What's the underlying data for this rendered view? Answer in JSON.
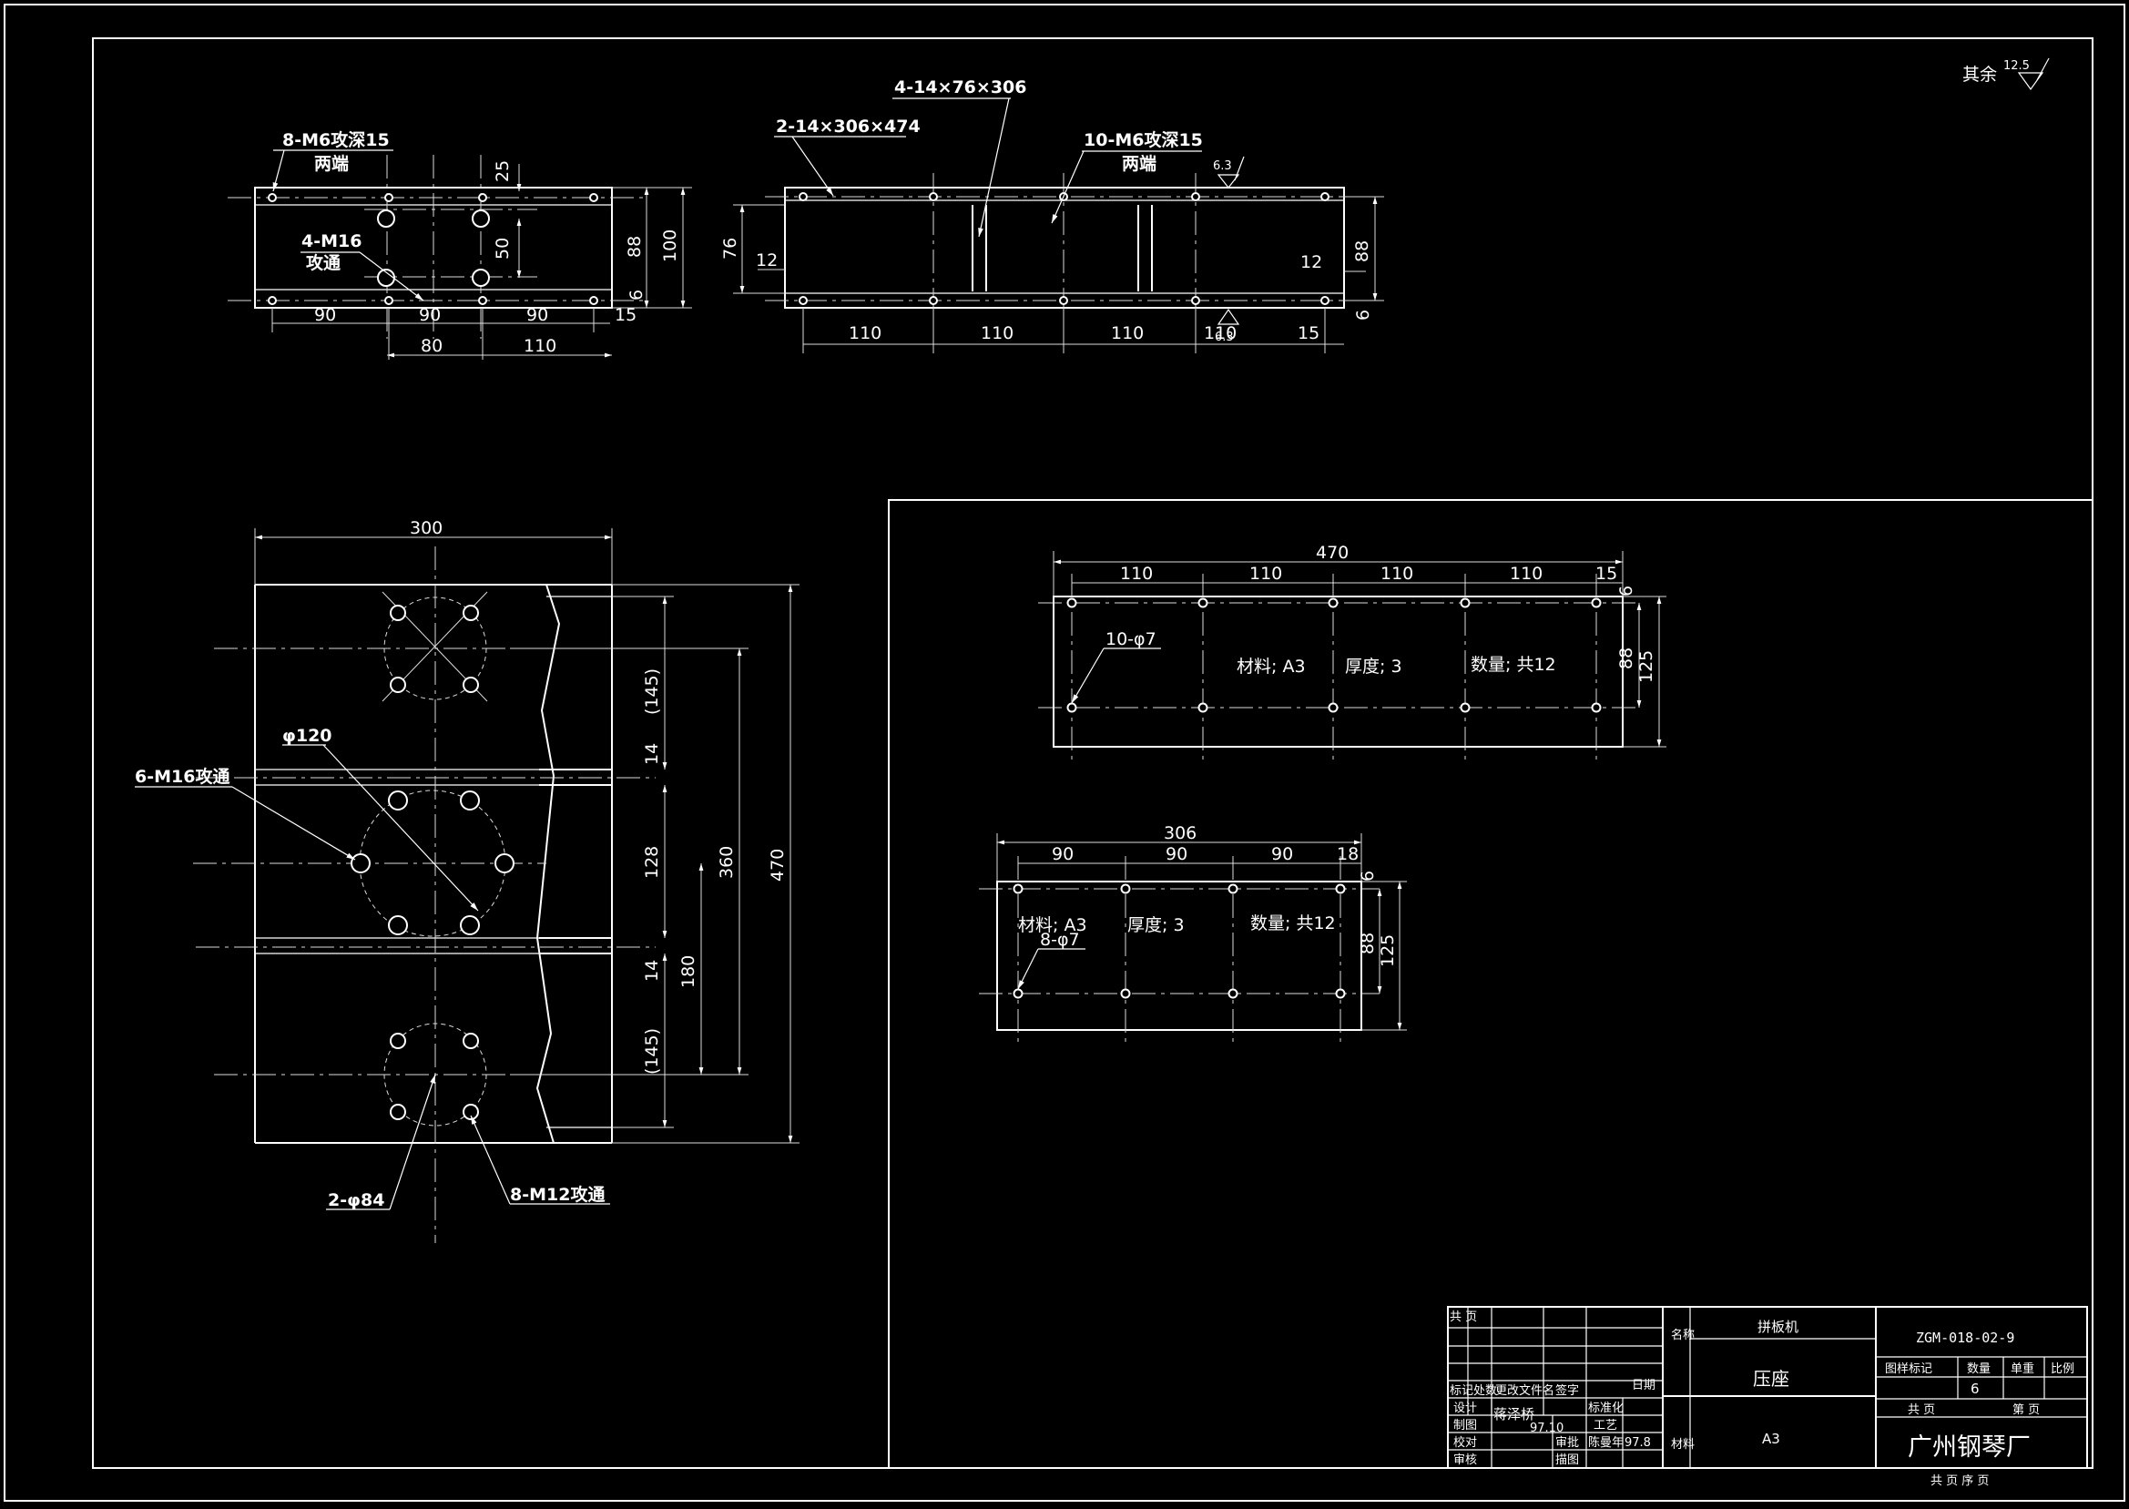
{
  "roughness": {
    "general_prefix": "其余",
    "general_value": "12.5",
    "top_face": "6.3",
    "bottom_face": "6.3"
  },
  "view_top_left": {
    "note_holes": "8-M6攻深15",
    "note_holes_sub": "两端",
    "note_tapped": "4-M16",
    "note_tapped_sub": "攻通",
    "dims": {
      "d25": "25",
      "d50": "50",
      "d88": "88",
      "d100": "100",
      "d6": "6",
      "b90a": "90",
      "b90b": "90",
      "b90c": "90",
      "b15": "15",
      "b80": "80",
      "b110": "110"
    }
  },
  "view_top_right": {
    "note_plate_a": "2-14×306×474",
    "note_plate_b": "4-14×76×306",
    "note_holes": "10-M6攻深15",
    "note_holes_sub": "两端",
    "dims": {
      "d76": "76",
      "d12a": "12",
      "d12b": "12",
      "d88": "88",
      "d6": "6",
      "b110a": "110",
      "b110b": "110",
      "b110c": "110",
      "b110d": "110",
      "b15": "15"
    }
  },
  "view_main": {
    "d300": "300",
    "phi120": "φ120",
    "note_m16": "6-M16攻通",
    "note_phi84": "2-φ84",
    "note_m12": "8-M12攻通",
    "dims": {
      "d145a": "(145)",
      "d14a": "14",
      "d128": "128",
      "d14b": "14",
      "d145b": "(145)",
      "d360": "360",
      "d180": "180",
      "d470": "470"
    }
  },
  "part_plate_470": {
    "overall": "470",
    "segments": [
      "110",
      "110",
      "110",
      "110",
      "15"
    ],
    "d6": "6",
    "d88": "88",
    "d125": "125",
    "note_holes": "10-φ7",
    "material": "材料; A3",
    "thickness": "厚度; 3",
    "quantity": "数量; 共12"
  },
  "part_plate_306": {
    "overall": "306",
    "segments": [
      "90",
      "90",
      "90",
      "18"
    ],
    "d6": "6",
    "d88": "88",
    "d125": "125",
    "note_holes": "8-φ7",
    "material": "材料; A3",
    "thickness": "厚度; 3",
    "quantity": "数量; 共12"
  },
  "title_block": {
    "page_mark": "共 页",
    "machine": "拼板机",
    "part_name": "压座",
    "material": "A3",
    "drawing_no": "ZGM-018-02-9",
    "col_marking": "图样标记",
    "col_qty": "数量",
    "col_weight": "单重",
    "col_scale": "比例",
    "quantity": "6",
    "total_pages": "共 页",
    "page": "第 页",
    "factory": "广州钢琴厂",
    "footer": "共 页 序 页",
    "lbl_name": "名称",
    "lbl_material": "材料",
    "rev_header": [
      "标记",
      "处数",
      "更改文件名",
      "签字",
      "日期"
    ],
    "designer_label": "设计",
    "designer": "蒋泽桥",
    "design_date": "97.10",
    "draw_label": "制图",
    "check_label": "校对",
    "review_label": "审核",
    "std_label": "标准化",
    "craft_label": "工艺",
    "approve_label": "审批",
    "approver": "陈曼年",
    "approve_date": "97.8",
    "desc_label": "描图"
  }
}
